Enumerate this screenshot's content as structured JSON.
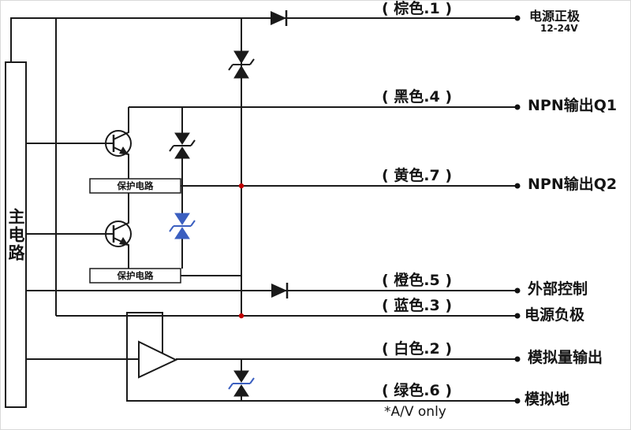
{
  "labels": {
    "main_circuit": "主电路",
    "protection_1": "保护电路",
    "protection_2": "保护电路",
    "footnote": "*A/V only"
  },
  "terminals": [
    {
      "wire_label": "( 棕色.1 )",
      "terminal_label": "电源正极",
      "sub_label": "12-24V"
    },
    {
      "wire_label": "( 黑色.4 )",
      "terminal_label": "NPN输出Q1"
    },
    {
      "wire_label": "( 黄色.7 )",
      "terminal_label": "NPN输出Q2"
    },
    {
      "wire_label": "( 橙色.5 )",
      "terminal_label": "外部控制"
    },
    {
      "wire_label": "( 蓝色.3 )",
      "terminal_label": "电源负极"
    },
    {
      "wire_label": "( 白色.2 )",
      "terminal_label": "模拟量输出"
    },
    {
      "wire_label": "( 绿色.6 )",
      "terminal_label": "模拟地"
    }
  ],
  "colors": {
    "line": "#1a1a1a",
    "junction_dot": "#c00000",
    "tvs_highlight": "#3b5fc0",
    "background": "#ffffff"
  }
}
